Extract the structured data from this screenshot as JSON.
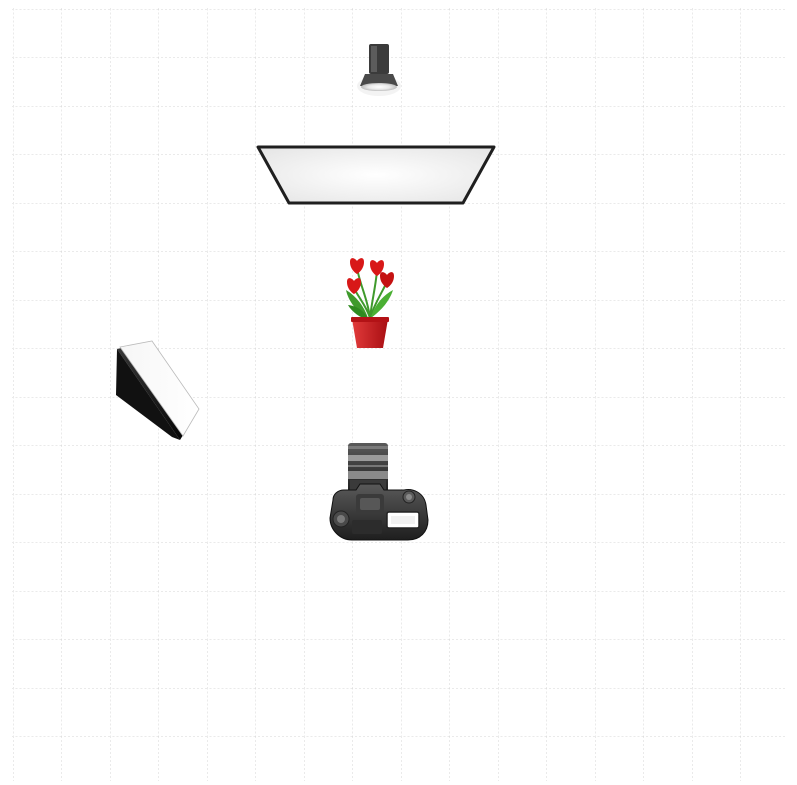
{
  "diagram": {
    "title": "",
    "grid": true
  },
  "colors": {
    "background": "#ffffff",
    "grid": "#cfcfcf",
    "softbox_frame": "#1f1f1f",
    "tulip_red": "#d81818",
    "pot_red": "#c9161b",
    "leaf_green": "#3f9a2c",
    "camera_body": "#2a2a2a"
  },
  "items": [
    {
      "id": "spotlight",
      "icon": "spotlight-icon"
    },
    {
      "id": "overhead-softbox",
      "icon": "rectangular-softbox-icon"
    },
    {
      "id": "flowers",
      "icon": "tulip-flower-pot-icon"
    },
    {
      "id": "side-softbox",
      "icon": "angled-softbox-icon"
    },
    {
      "id": "camera",
      "icon": "dslr-camera-icon"
    }
  ]
}
